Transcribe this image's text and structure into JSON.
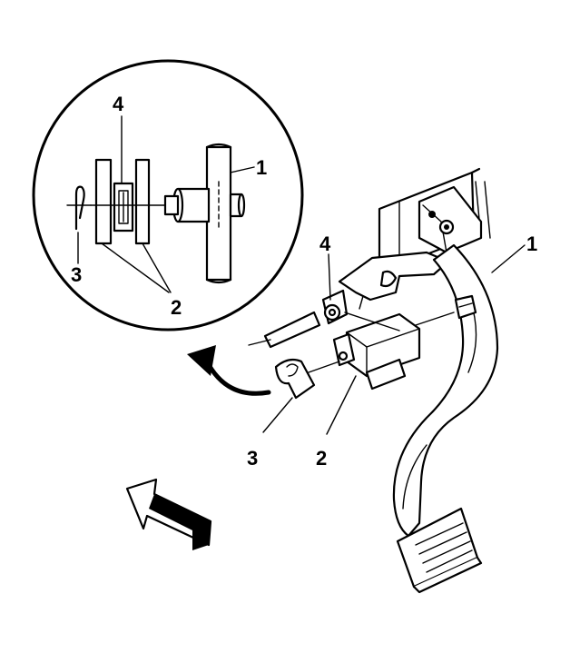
{
  "callouts": {
    "detail_1": "1",
    "detail_2": "2",
    "detail_3": "3",
    "detail_4": "4",
    "main_1": "1",
    "main_2": "2",
    "main_3": "3",
    "main_4": "4"
  },
  "colors": {
    "line": "#000000",
    "background": "#ffffff"
  }
}
